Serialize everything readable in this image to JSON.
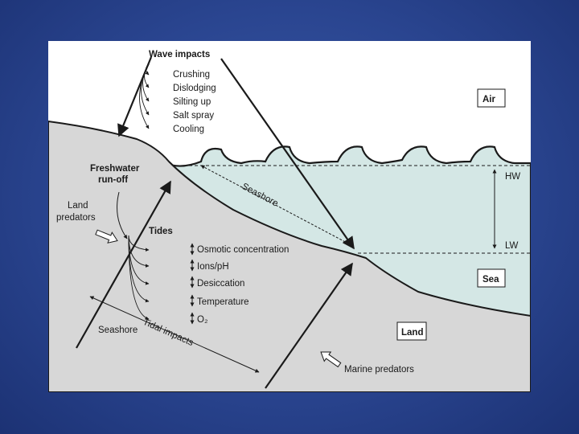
{
  "diagram": {
    "wave_impacts": {
      "title": "Wave impacts",
      "items": [
        "Crushing",
        "Dislodging",
        "Silting up",
        "Salt spray",
        "Cooling"
      ]
    },
    "tides": {
      "title": "Tides",
      "items": [
        "Osmotic concentration",
        "Ions/pH",
        "Desiccation",
        "Temperature",
        "O₂"
      ]
    },
    "zones": {
      "air": "Air",
      "sea": "Sea",
      "land": "Land"
    },
    "tide_levels": {
      "high": "HW",
      "low": "LW"
    },
    "labels": {
      "freshwater_line1": "Freshwater",
      "freshwater_line2": "run-off",
      "land_predators_line1": "Land",
      "land_predators_line2": "predators",
      "marine_predators": "Marine predators",
      "seashore_diagonal": "Seashore",
      "seashore_bottom": "Seashore",
      "tidal_impacts": "Tidal impacts"
    },
    "colors": {
      "slide_background": "#2a4590",
      "air": "#ffffff",
      "sea": "#d4e7e5",
      "land": "#d7d7d7",
      "ink": "#1a1a1a"
    }
  }
}
